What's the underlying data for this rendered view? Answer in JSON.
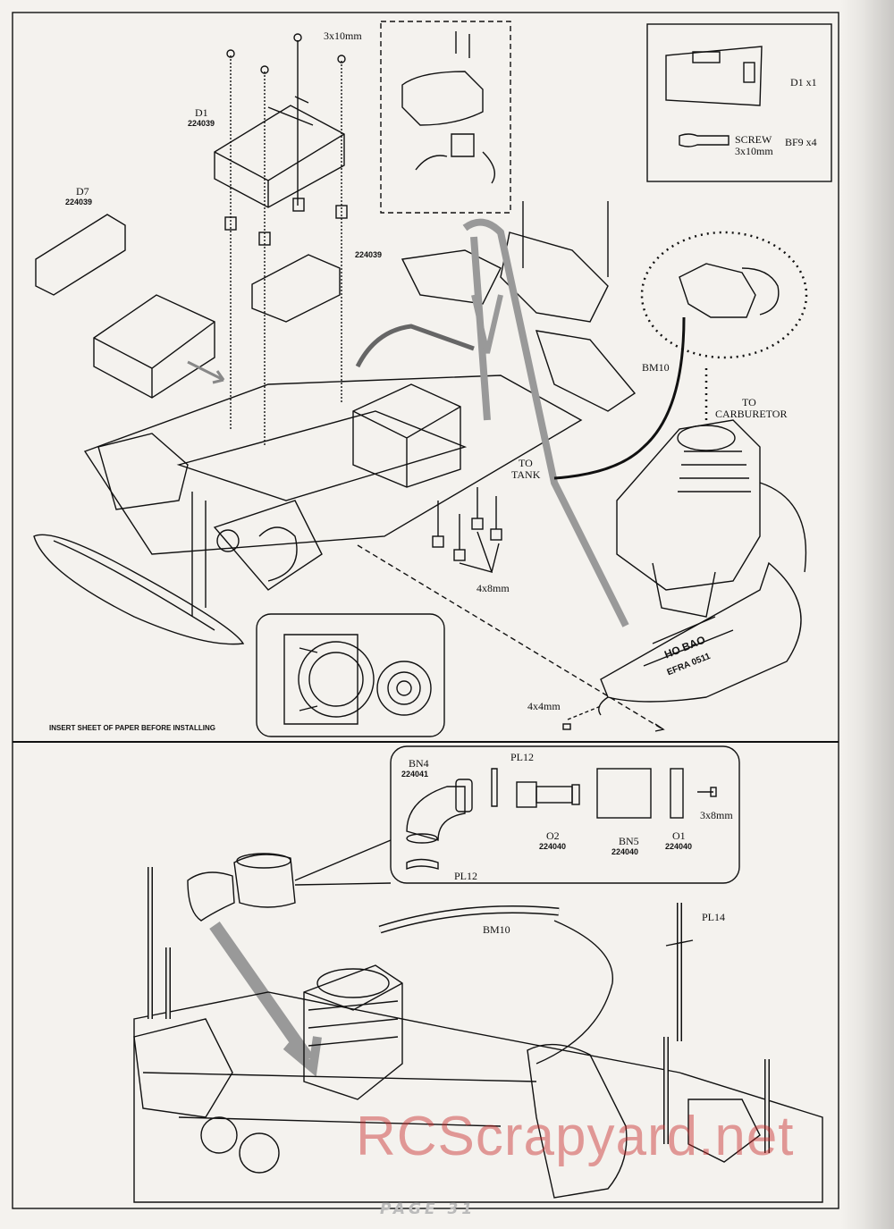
{
  "page": {
    "number_label": "PAGE  31",
    "watermark": "RCScrapyard.net"
  },
  "top_section": {
    "labels": {
      "screws_top": "3x10mm",
      "d1": "D1",
      "d1_num": "224039",
      "d7": "D7",
      "d7_num": "224039",
      "spacers_num": "224039",
      "bm10": "BM10",
      "to_carb_1": "TO",
      "to_carb_2": "CARBURETOR",
      "to_tank_1": "TO",
      "to_tank_2": "TANK",
      "screws_bottom": "4x8mm",
      "screw_small": "4x4mm",
      "insert_note": "INSERT SHEET OF PAPER BEFORE INSTALLING",
      "exhaust_brand": "HO BAO",
      "exhaust_model": "EFRA 0511"
    },
    "parts_box": {
      "d1_qty": "D1  x1",
      "screw_label": "SCREW",
      "screw_size": "3x10mm",
      "bf9_qty": "BF9  x4"
    }
  },
  "bottom_section": {
    "labels": {
      "bn4": "BN4",
      "bn4_num": "224041",
      "pl12_top": "PL12",
      "o2": "O2",
      "o2_num": "224040",
      "bn5": "BN5",
      "bn5_num": "224040",
      "o1": "O1",
      "o1_num": "224040",
      "screw_3x8": "3x8mm",
      "pl12_bottom": "PL12",
      "bm10": "BM10",
      "pl14": "PL14"
    }
  }
}
